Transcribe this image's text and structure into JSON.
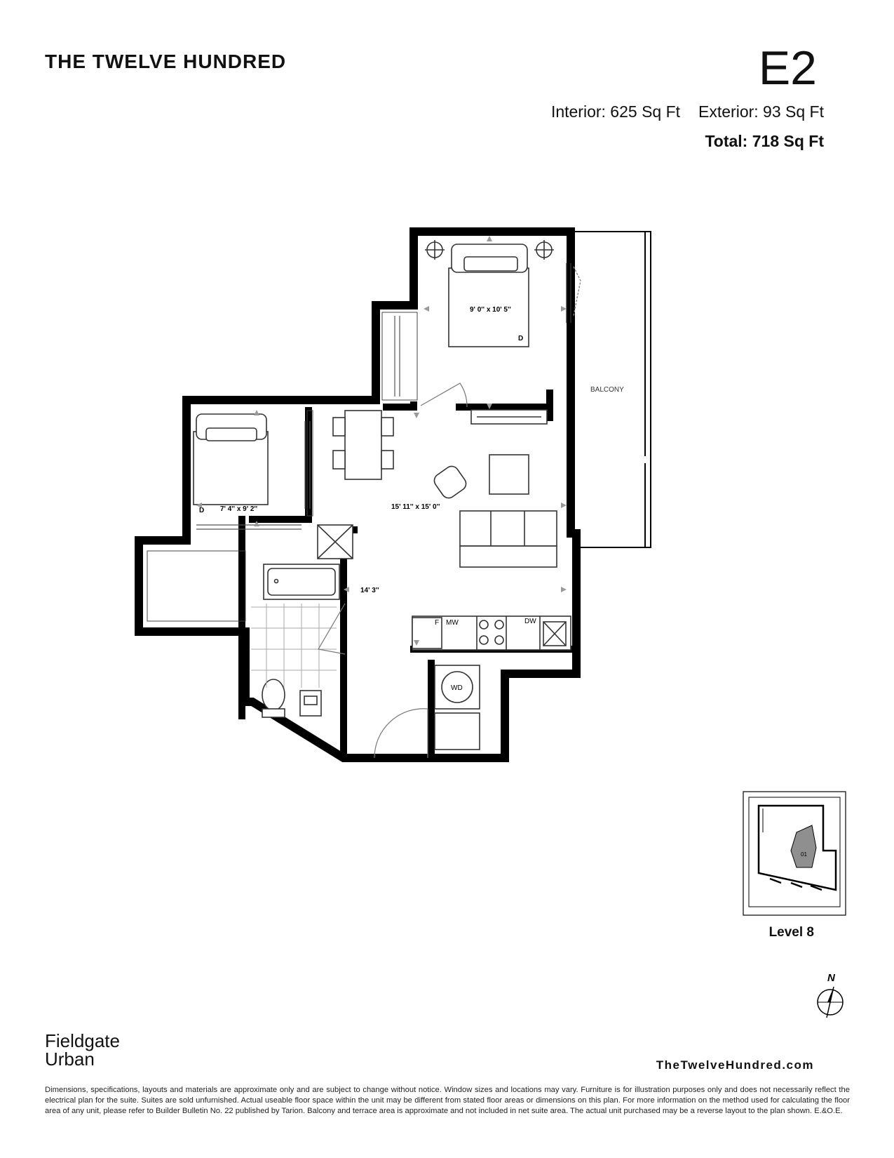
{
  "header": {
    "brand": "THE TWELVE HUNDRED",
    "unit_code": "E2",
    "interior": "Interior: 625 Sq Ft",
    "exterior": "Exterior: 93 Sq Ft",
    "total": "Total: 718 Sq Ft"
  },
  "plan": {
    "bedroom_main_dims": "9' 0'' x 10' 5''",
    "bedroom_second_dims": "7' 4'' x 9' 2''",
    "living_dims": "15' 11'' x 15' 0''",
    "hall_dims": "14' 3''",
    "balcony_label": "BALCONY",
    "fridge_label": "F",
    "microwave_label": "MW",
    "dishwasher_label": "DW",
    "washer_dryer_label": "WD",
    "closet_label_d1": "D",
    "closet_label_d2": "D"
  },
  "keyplan": {
    "unit_marker": "01",
    "level": "Level 8"
  },
  "compass": {
    "north_label": "N"
  },
  "footer": {
    "developer_line1": "Fieldgate",
    "developer_line2": "Urban",
    "url": "TheTwelveHundred.com",
    "disclaimer": "Dimensions, specifications, layouts and materials are approximate only and are subject to change without notice. Window sizes and locations may vary. Furniture is for illustration purposes only and does not necessarily reflect the electrical plan for the suite. Suites are sold unfurnished. Actual useable floor space within the unit may be different from stated floor areas or dimensions on this plan. For more information on the method used for calculating the floor area of any unit, please refer to Builder Bulletin No. 22 published by Tarion. Balcony and terrace area is approximate and not included in net suite area. The actual unit purchased may be a reverse layout to the plan shown. E.&O.E."
  },
  "colors": {
    "wall": "#000000",
    "fill": "#ffffff",
    "furniture": "#555555",
    "shade": "#9a9a9a"
  }
}
